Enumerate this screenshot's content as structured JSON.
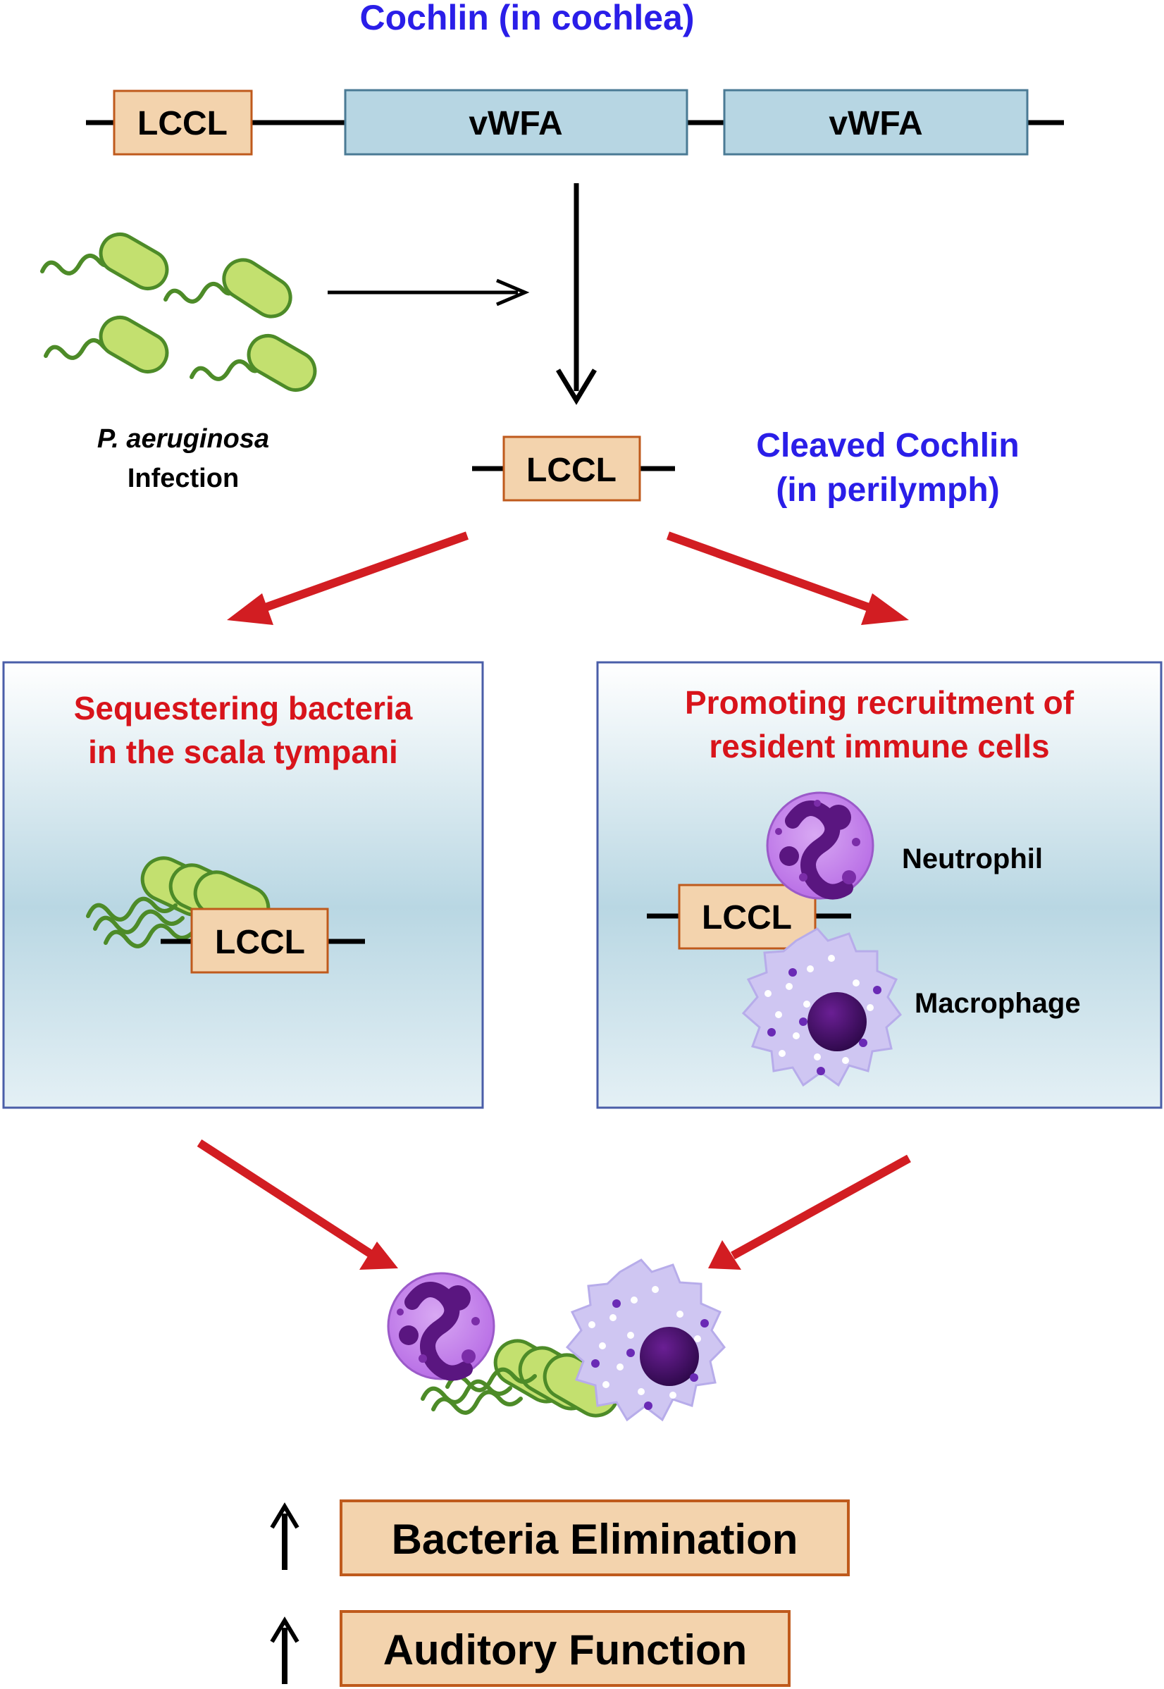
{
  "header": {
    "title": "Cochlin (in cochlea)"
  },
  "domains": {
    "lccl": "LCCL",
    "vwfa_1": "vWFA",
    "vwfa_2": "vWFA"
  },
  "infection": {
    "organism": "P. aeruginosa",
    "label": "Infection"
  },
  "cleaved": {
    "lccl": "LCCL",
    "title_line1": "Cleaved Cochlin",
    "title_line2": "(in perilymph)"
  },
  "left_box": {
    "title_line1": "Sequestering bacteria",
    "title_line2": "in the scala tympani",
    "lccl": "LCCL"
  },
  "right_box": {
    "title_line1": "Promoting recruitment of",
    "title_line2": "resident immune cells",
    "lccl": "LCCL",
    "neutrophil": "Neutrophil",
    "macrophage": "Macrophage"
  },
  "outcomes": {
    "item1": "Bacteria Elimination",
    "item2": "Auditory Function"
  },
  "colors": {
    "blue_text": "#2a1ee8",
    "red_text": "#d8141b",
    "red_arrow": "#d21d22",
    "domain_fill": "#f3d3ad",
    "domain_border": "#bf5a1c",
    "vwfa_fill": "#b7d6e3",
    "vwfa_border": "#4a7a94",
    "bacteria": "#c3e06f",
    "flagella": "#4d8b28",
    "box_border": "#4a5ea8"
  }
}
